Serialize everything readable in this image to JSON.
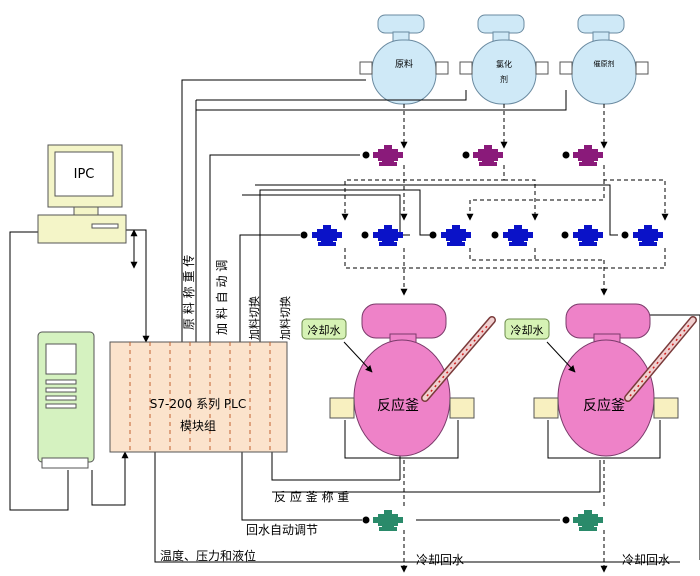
{
  "ipc": {
    "label": "IPC"
  },
  "plc": {
    "line1": "S7-200 系列 PLC",
    "line2": "模块组"
  },
  "tanks": [
    {
      "label": "原料"
    },
    {
      "label_top": "氯化",
      "label_bottom": "剂"
    },
    {
      "label": "催原剂"
    }
  ],
  "reactors": [
    {
      "label": "反应釜",
      "coolant": "冷却水"
    },
    {
      "label": "反应釜",
      "coolant": "冷却水"
    }
  ],
  "signals": {
    "raw_weigh": "原 料 称 重 传",
    "feed_auto": "加 料 自 动 调",
    "feed_switch_1": "加料切换",
    "feed_switch_2": "加料切换",
    "reactor_weigh": "反 应 釜 称 重",
    "return_auto": "回水自动调节",
    "sensors": "温度、压力和液位"
  },
  "outlets": {
    "return_1": "冷却回水",
    "return_2": "冷却回水"
  },
  "colors": {
    "tank": "#cfe9f7",
    "valve_top": "#8a1a7a",
    "valve_mid": "#0a12c8",
    "valve_bottom": "#2a8a6a",
    "reactor": "#ee82c8",
    "plc": "#fbe3cc",
    "coolant_box": "#d6f2b5",
    "computer": "#f4f5c8",
    "phone": "#d5f2c0"
  }
}
